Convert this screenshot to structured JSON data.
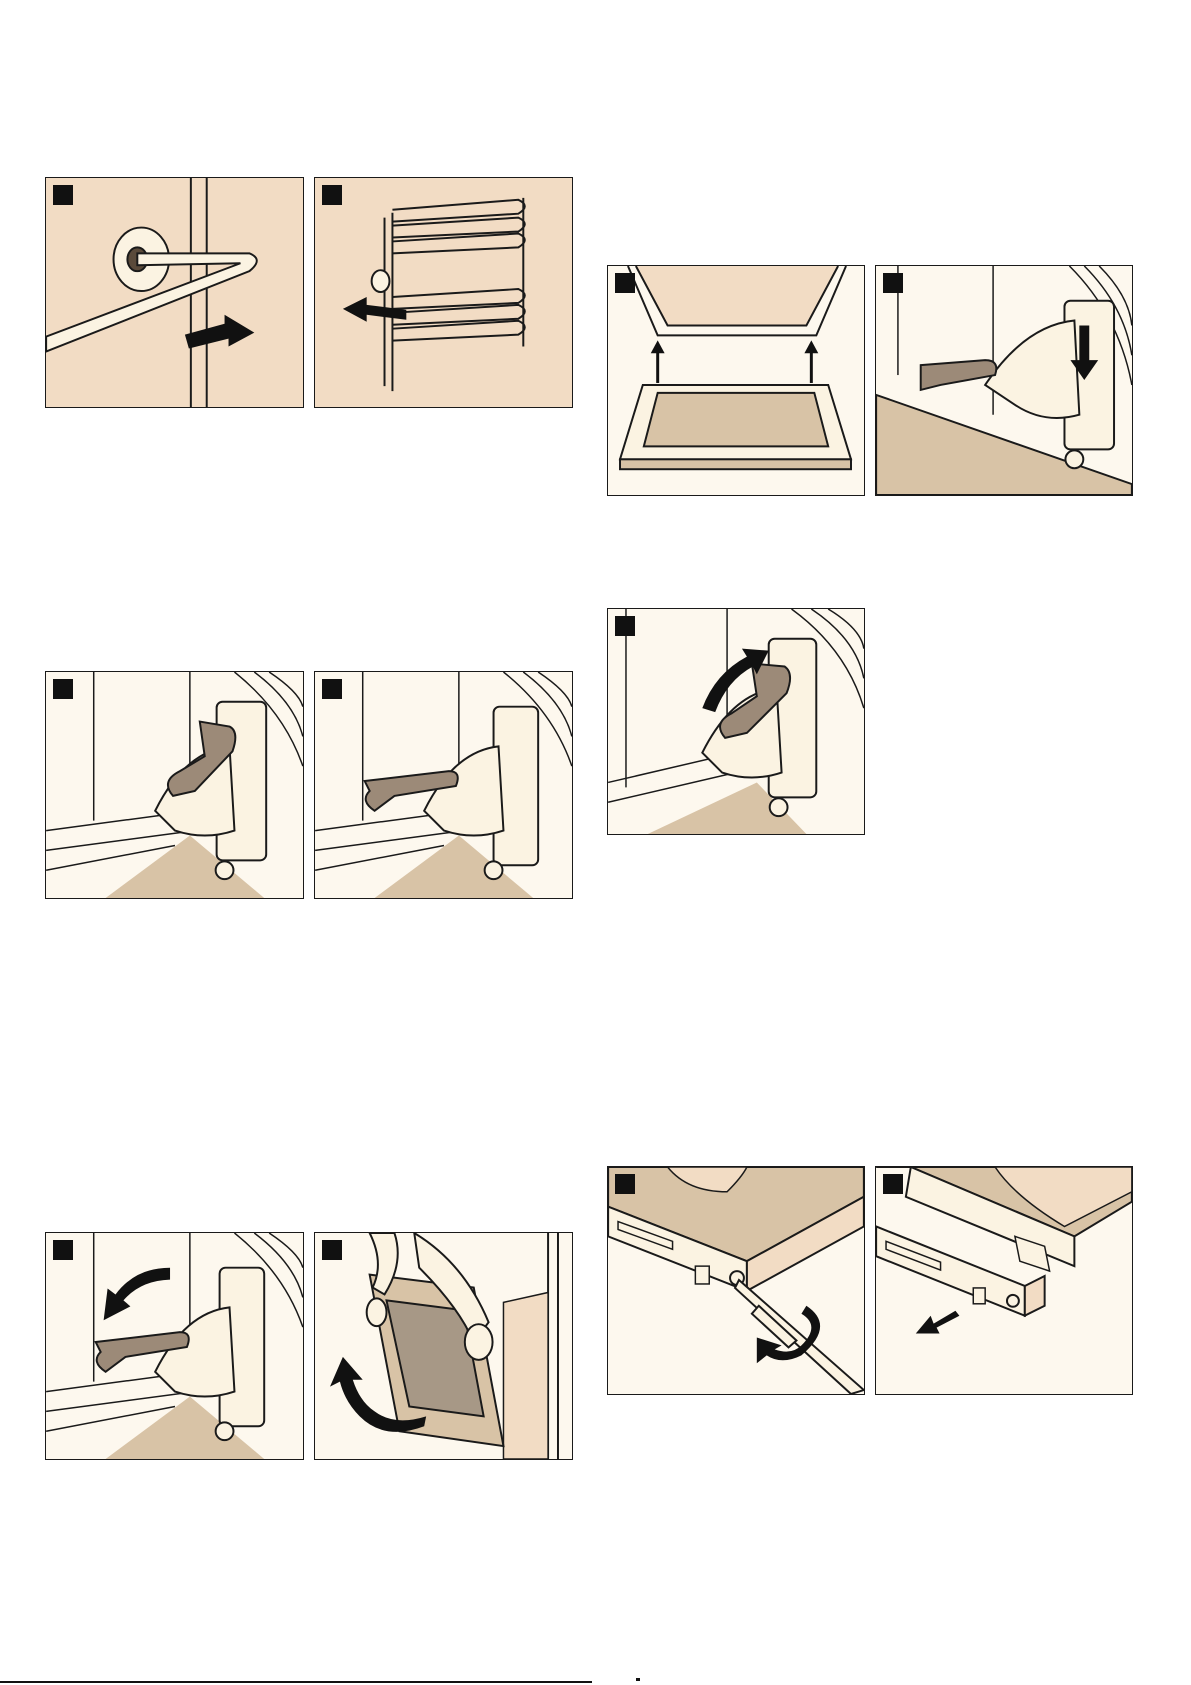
{
  "document": {
    "type": "instruction-illustrations",
    "colors": {
      "panel_bg": "#f2dcc4",
      "panel_bg_white": "#fdf8ee",
      "outline": "#1a1a1a",
      "lever": "#9c8a78",
      "floor": "#d8c3a6",
      "rail": "#fbf3e2",
      "glass": "#a79886"
    },
    "panels": [
      {
        "id": "fig-rail-unhook",
        "icon": "rail-hook-pull-right-icon"
      },
      {
        "id": "fig-rail-remove",
        "icon": "shelf-rail-pull-left-icon"
      },
      {
        "id": "fig-door-lift",
        "icon": "door-lift-arrows-icon"
      },
      {
        "id": "fig-hinge-seat",
        "icon": "hinge-seat-down-arrow-icon"
      },
      {
        "id": "fig-lever-open",
        "icon": "hinge-lever-up-icon"
      },
      {
        "id": "fig-lever-closed",
        "icon": "hinge-lever-down-icon"
      },
      {
        "id": "fig-lever-rotate-up",
        "icon": "hinge-lever-rotate-arrow-icon"
      },
      {
        "id": "fig-lever-rotate-down",
        "icon": "hinge-lever-rotate-down-arrow-icon"
      },
      {
        "id": "fig-door-remove",
        "icon": "door-remove-hands-icon"
      },
      {
        "id": "fig-screw-unfasten",
        "icon": "screwdriver-turn-icon"
      },
      {
        "id": "fig-strip-remove",
        "icon": "strip-pull-out-icon"
      }
    ]
  }
}
